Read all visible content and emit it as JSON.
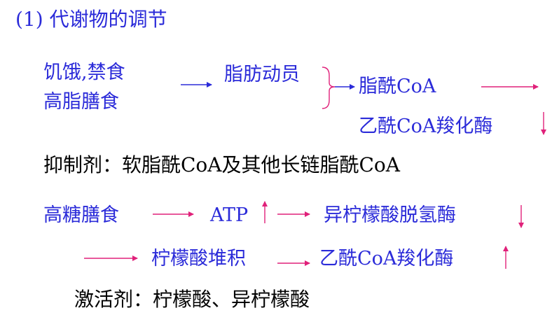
{
  "title": "(1)  代谢物的调节",
  "colors": {
    "text_blue": "#2b2bd9",
    "text_black": "#000000",
    "arrow": "#e0217a"
  },
  "block1": {
    "fasting": "饥饿,禁食",
    "high_fat_diet": "高脂膳食",
    "fat_mobilization": "脂肪动员",
    "acyl_coa": "脂酰CoA",
    "acetyl_coa_carboxylase": "乙酰CoA羧化酶"
  },
  "inhibitor_line": "抑制剂：软脂酰CoA及其他长链脂酰CoA",
  "block2": {
    "high_sugar_diet": "高糖膳食",
    "atp": "ATP",
    "isocitrate_dehydrogenase": "异柠檬酸脱氢酶",
    "citrate_accumulation": "柠檬酸堆积",
    "acetyl_coa_carboxylase": "乙酰CoA羧化酶"
  },
  "activator_line": "激活剂：柠檬酸、异柠檬酸"
}
